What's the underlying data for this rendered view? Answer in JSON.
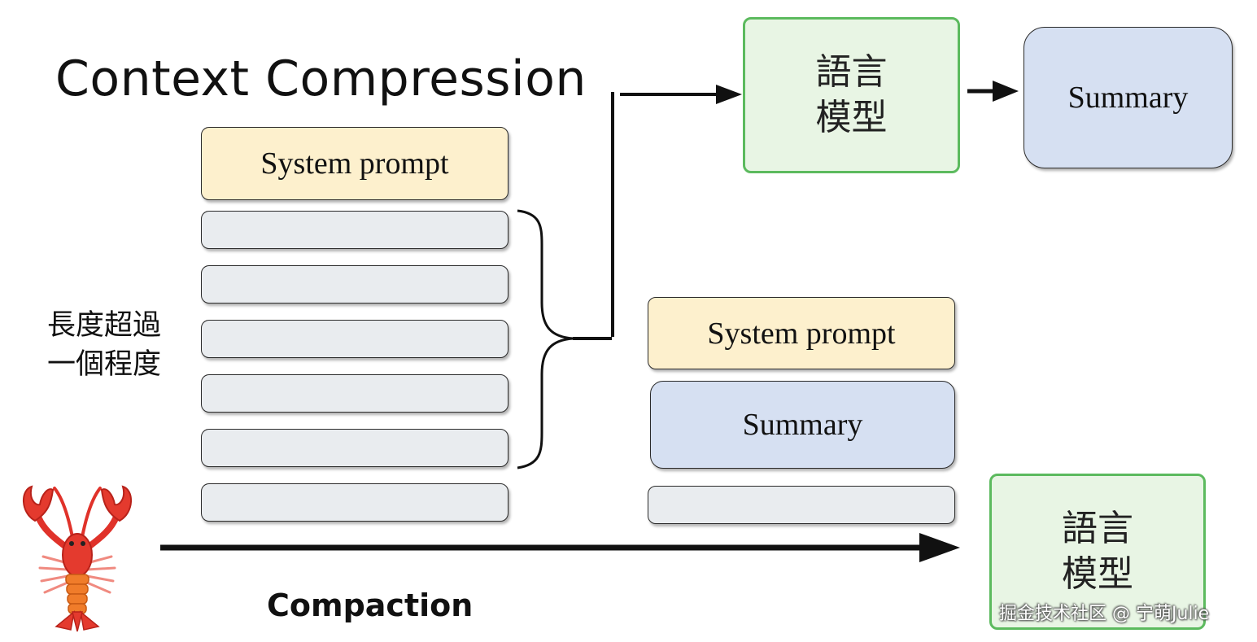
{
  "title": "Context Compression",
  "left_stack": {
    "system_prompt": "System prompt",
    "message_count": 6
  },
  "overflow_label": [
    "長度超過",
    "一個程度"
  ],
  "language_model": [
    "語言",
    "模型"
  ],
  "summary": "Summary",
  "new_stack": {
    "system_prompt": "System prompt",
    "summary": "Summary"
  },
  "compaction_label": "Compaction",
  "watermark": "掘金技术社区 @ 宁萌Julie",
  "colors": {
    "prompt_fill": "#fdf0cd",
    "message_fill": "#e9ecef",
    "summary_fill": "#d6e0f2",
    "model_fill": "#e8f5e4",
    "model_border": "#5cba5e"
  },
  "icons": [
    "lobster-icon"
  ]
}
